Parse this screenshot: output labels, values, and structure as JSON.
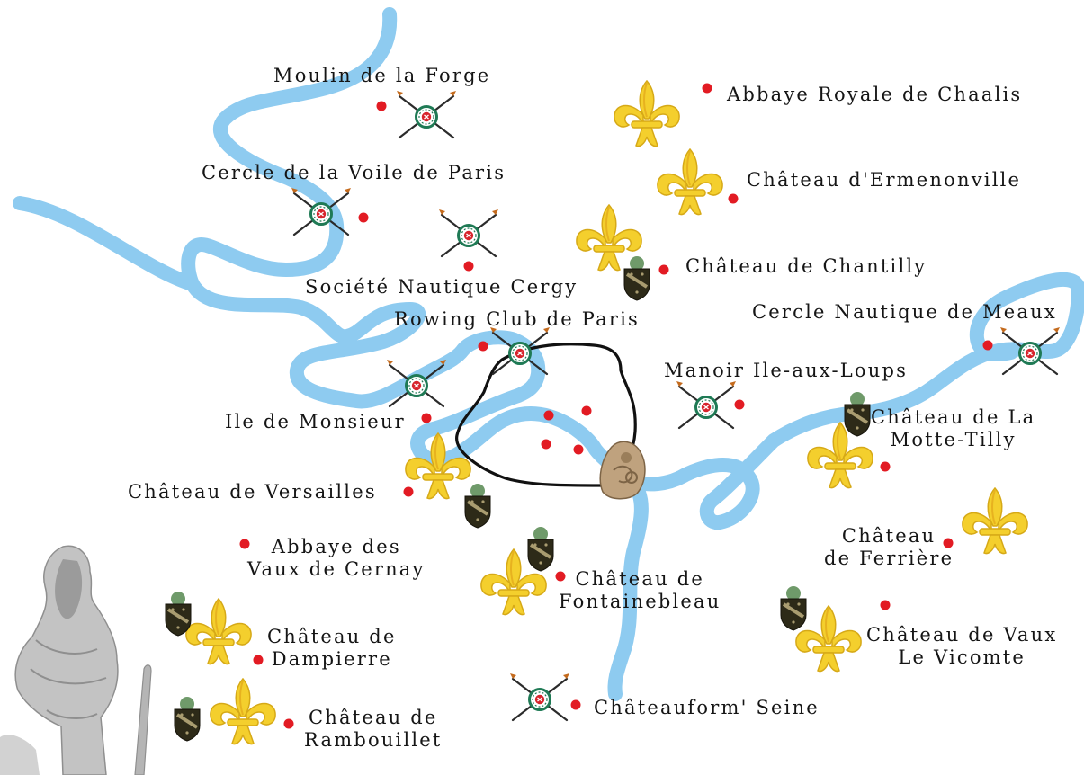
{
  "colors": {
    "river": "#8ecbf0",
    "dot": "#e21b23",
    "fleur": "#f4cf2d",
    "fleur_shade": "#d6a917",
    "crest": "#2d2a18",
    "text": "#151515",
    "paris_outline": "#111111"
  },
  "icons": {
    "rowing": "crossed-oars-icon",
    "chateau": "fleur-de-lis-icon",
    "crest": "coat-of-arms-icon",
    "statue": "king-statue-icon",
    "paris": "paris-boundary-outline"
  },
  "places": {
    "moulin": "Moulin de la Forge",
    "chaalis": "Abbaye Royale de Chaalis",
    "voile": "Cercle de la Voile de Paris",
    "ermenonville": "Château d'Ermenonville",
    "cergy": "Société Nautique Cergy",
    "chantilly": "Château de Chantilly",
    "rcp": "Rowing Club de Paris",
    "meaux": "Cercle Nautique de Meaux",
    "loups": "Manoir Ile-aux-Loups",
    "monsieur": "Ile de Monsieur",
    "motte_1": "Château de La",
    "motte_2": "Motte-Tilly",
    "versailles": "Château de Versailles",
    "ferriere_1": "Château",
    "ferriere_2": "de Ferrière",
    "cernay_1": "Abbaye des",
    "cernay_2": "Vaux de Cernay",
    "fontainebleau_1": "Château de",
    "fontainebleau_2": "Fontainebleau",
    "dampierre_1": "Château de",
    "dampierre_2": "Dampierre",
    "vaux_1": "Château de Vaux",
    "vaux_2": "Le Vicomte",
    "rambouillet_1": "Château de",
    "rambouillet_2": "Rambouillet",
    "chateauform": "Châteauform' Seine"
  }
}
